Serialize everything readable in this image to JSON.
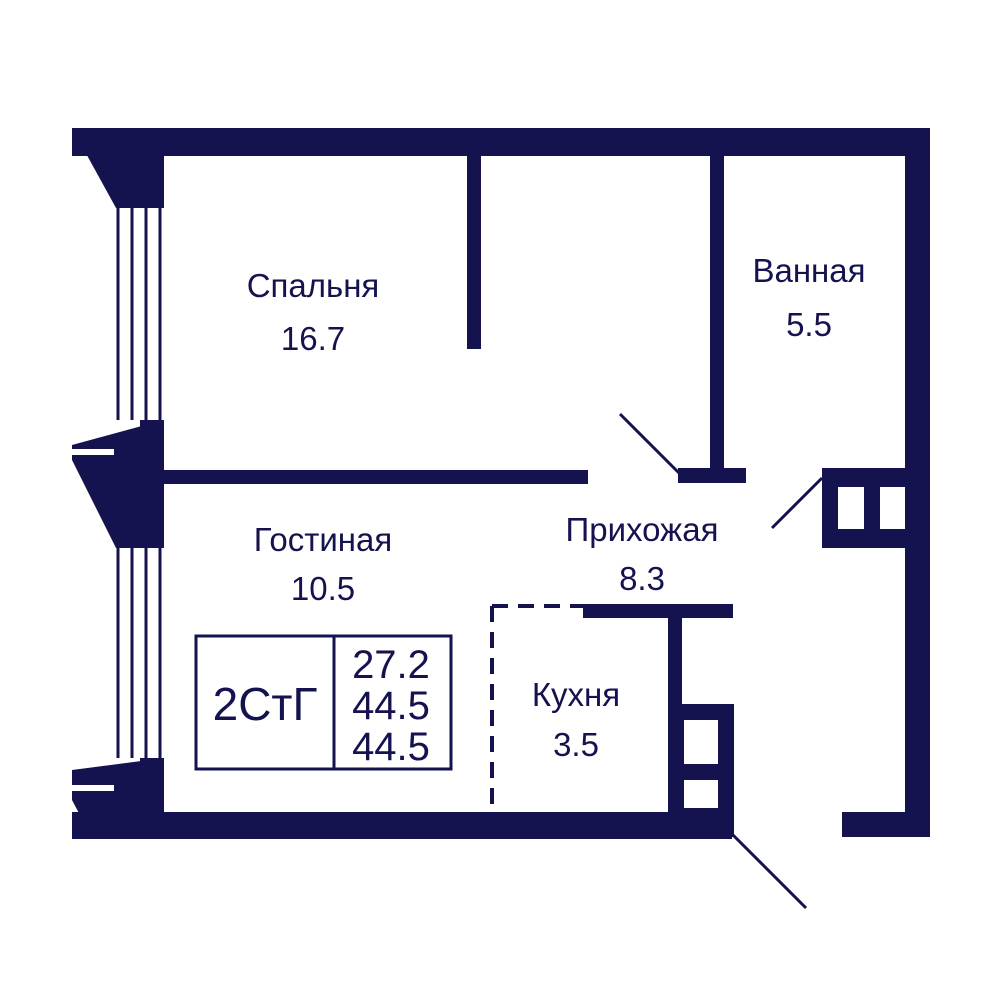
{
  "colors": {
    "wall": "#14124f",
    "background": "#ffffff"
  },
  "rooms": [
    {
      "name": "Спальня",
      "area": "16.7"
    },
    {
      "name": "Ванная",
      "area": "5.5"
    },
    {
      "name": "Гостиная",
      "area": "10.5"
    },
    {
      "name": "Прихожая",
      "area": "8.3"
    },
    {
      "name": "Кухня",
      "area": "3.5"
    }
  ],
  "legend": {
    "type": "2СтГ",
    "values": [
      "27.2",
      "44.5",
      "44.5"
    ]
  }
}
